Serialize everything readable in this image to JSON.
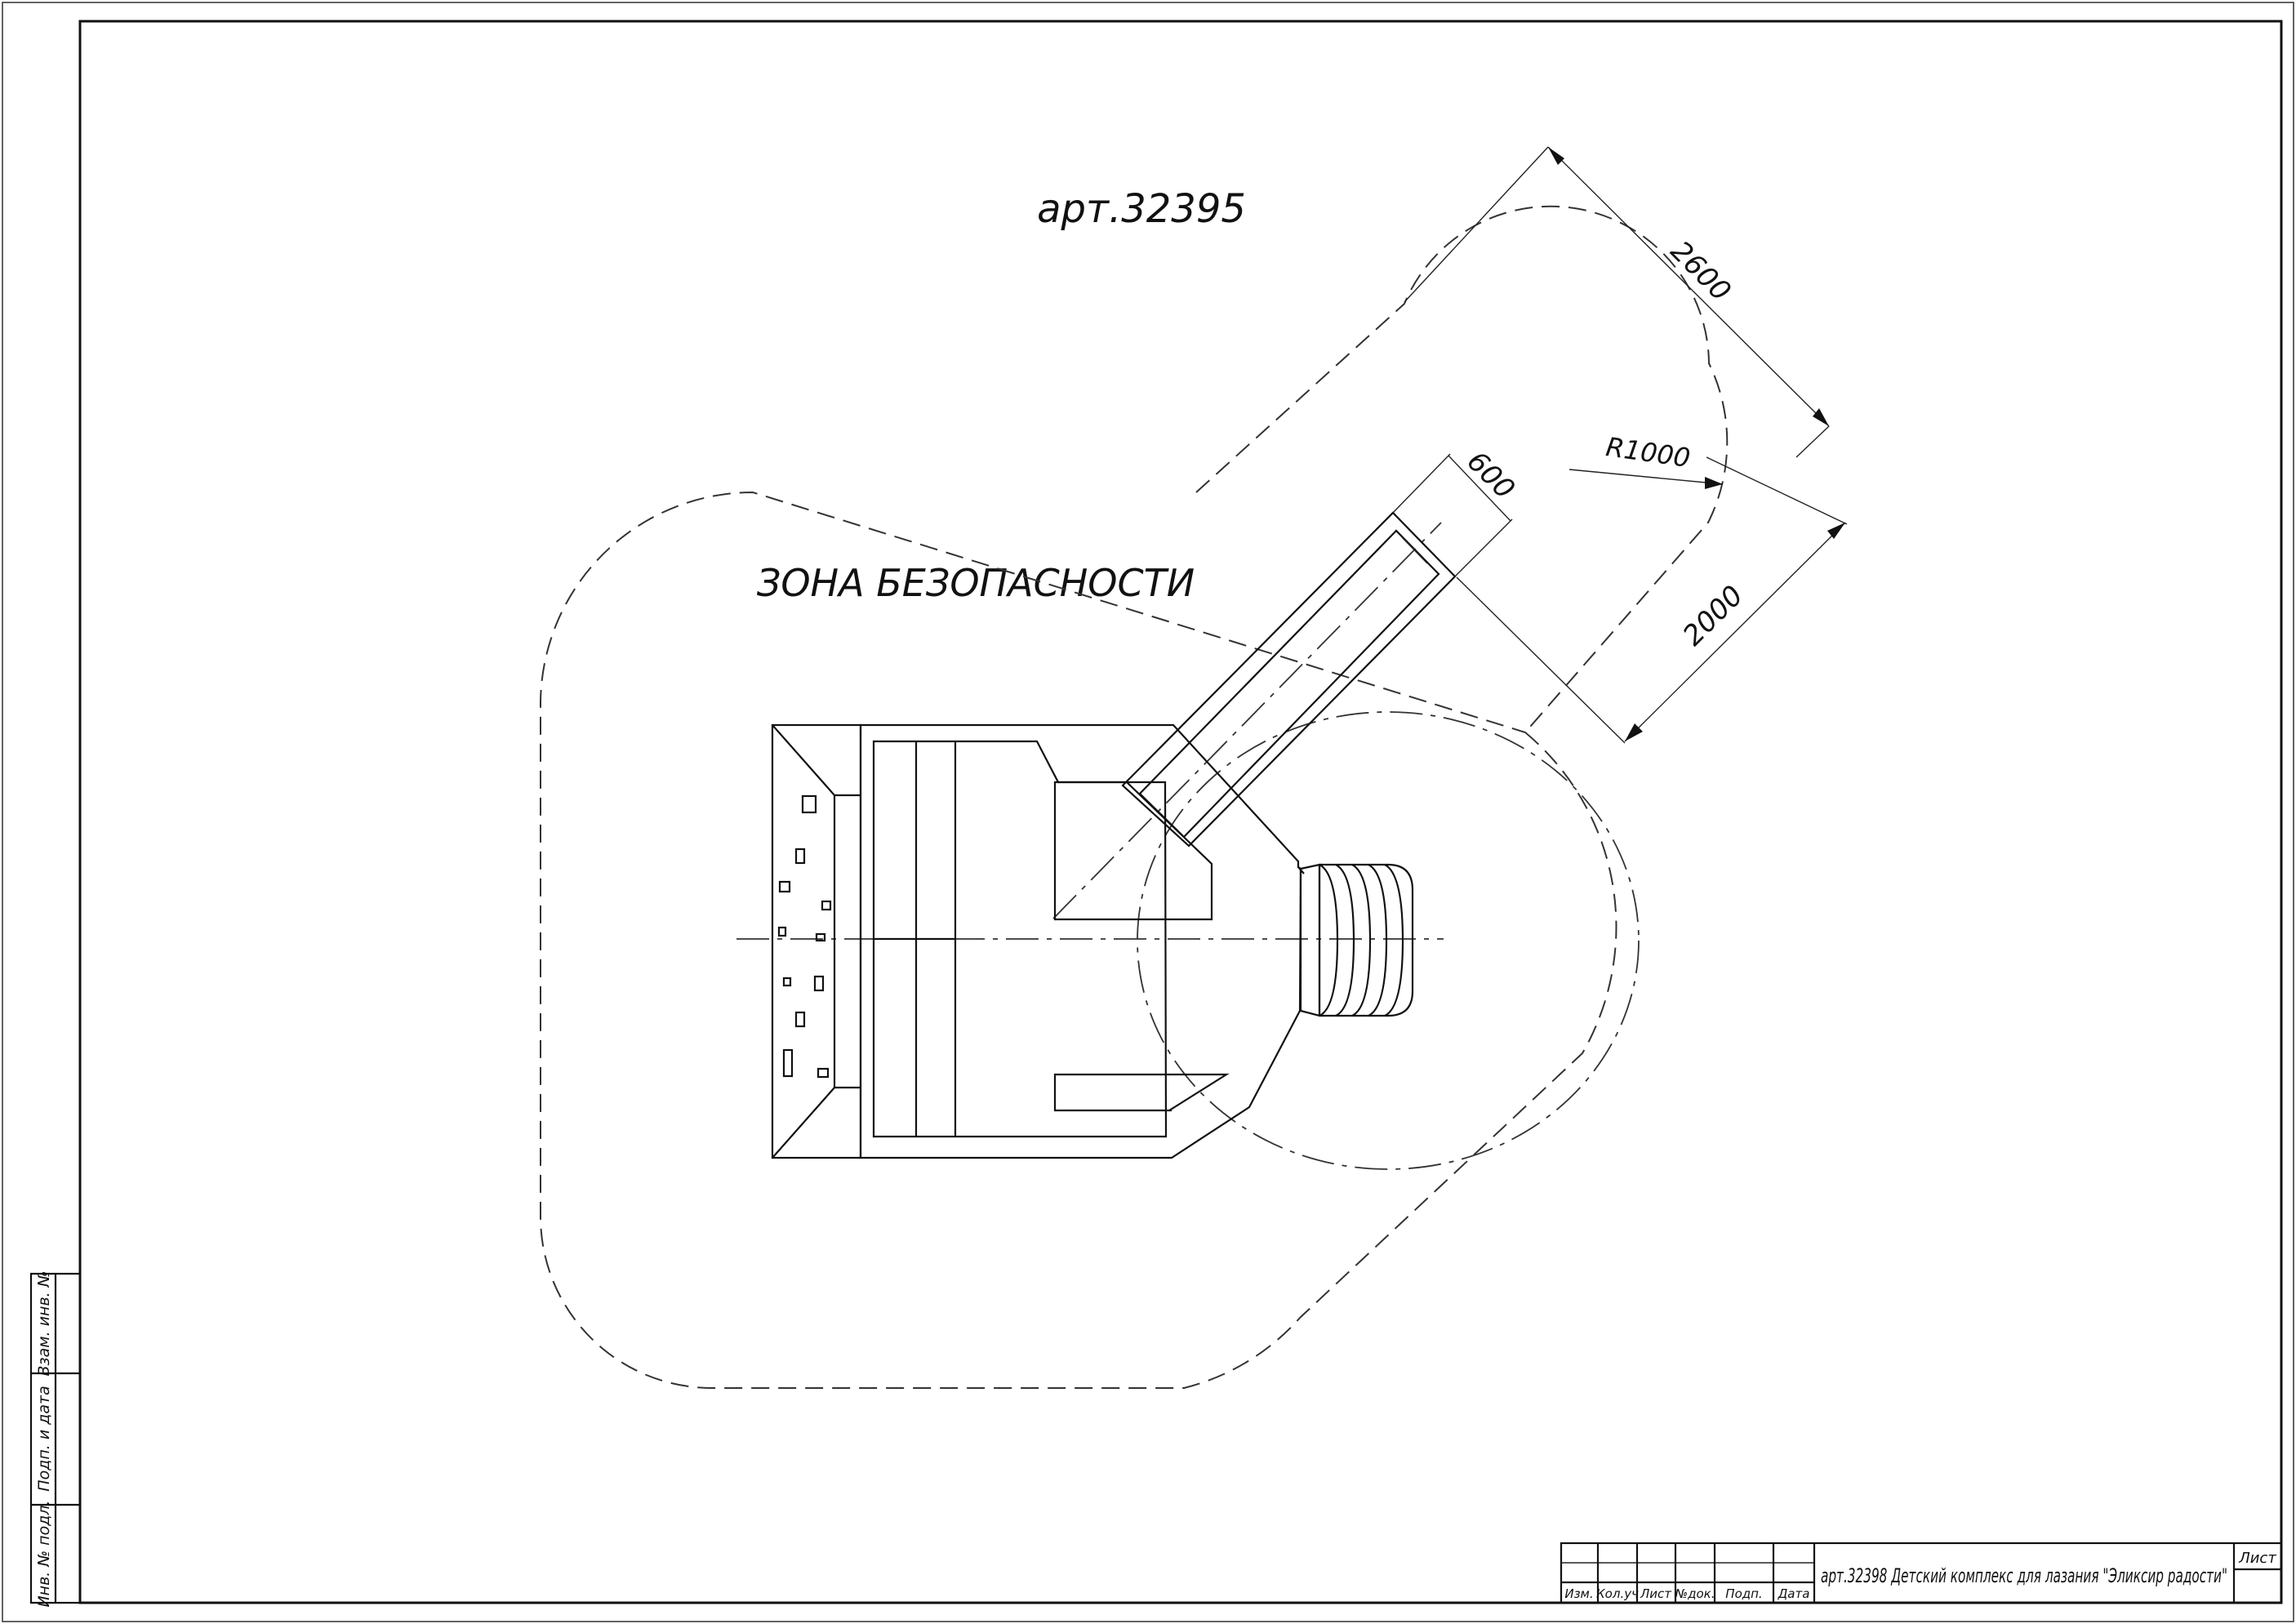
{
  "drawing": {
    "article_label": "арт.32395",
    "zone_label": "ЗОНА БЕЗОПАСНОСТИ",
    "dimensions": {
      "length": "2600",
      "width": "600",
      "radius": "R1000",
      "offset": "2000"
    }
  },
  "side_stamp": {
    "cells": [
      "Взам. инв. №",
      "Подп. и дата",
      "Инв. № подл."
    ]
  },
  "title_block": {
    "headers": [
      "Изм.",
      "Кол.уч",
      "Лист",
      "№док.",
      "Подп.",
      "Дата"
    ],
    "title": "арт.32398  Детский комплекс для лазания \"Эликсир радости\"",
    "sheet_label": "Лист"
  }
}
